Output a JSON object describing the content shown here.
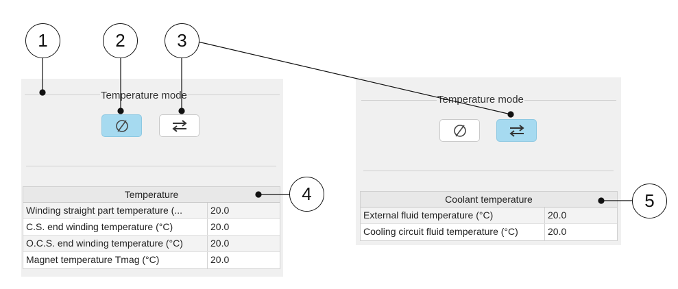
{
  "left_panel": {
    "temperature_mode": {
      "title": "Temperature mode",
      "buttons": [
        {
          "icon": "empty-set-icon",
          "active": true
        },
        {
          "icon": "exchange-arrows-icon",
          "active": false
        }
      ]
    },
    "table": {
      "header": "Temperature",
      "rows": [
        {
          "label": "Winding straight part temperature (...",
          "value": "20.0"
        },
        {
          "label": "C.S. end winding temperature (°C)",
          "value": "20.0"
        },
        {
          "label": "O.C.S. end winding temperature (°C)",
          "value": "20.0"
        },
        {
          "label": "Magnet temperature Tmag (°C)",
          "value": "20.0"
        }
      ]
    }
  },
  "right_panel": {
    "temperature_mode": {
      "title": "Temperature mode",
      "buttons": [
        {
          "icon": "empty-set-icon",
          "active": false
        },
        {
          "icon": "exchange-arrows-icon",
          "active": true
        }
      ]
    },
    "table": {
      "header": "Coolant temperature",
      "rows": [
        {
          "label": "External fluid temperature (°C)",
          "value": "20.0"
        },
        {
          "label": "Cooling circuit fluid temperature (°C)",
          "value": "20.0"
        }
      ]
    }
  },
  "callouts": [
    "1",
    "2",
    "3",
    "4",
    "5"
  ],
  "colors": {
    "active_button": "#a6daf0",
    "panel_bg": "#f0f0f0",
    "table_header_bg": "#e8e8e8"
  }
}
